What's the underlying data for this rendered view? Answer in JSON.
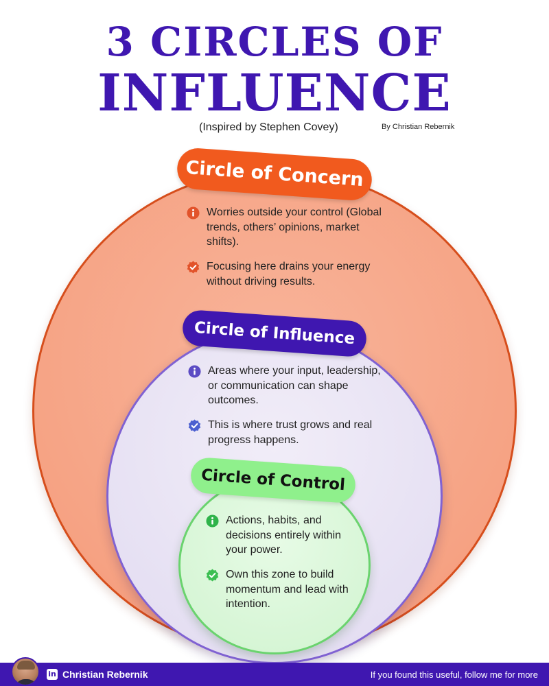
{
  "header": {
    "title_line1": "3 CIRCLES OF",
    "title_line2": "INFLUENCE",
    "subtitle": "(Inspired by Stephen Covey)",
    "author": "By Christian Rebernik"
  },
  "colors": {
    "brand": "#3f17b0",
    "concern": "#f15a1e",
    "influence": "#3f17b0",
    "control": "#8ff08c"
  },
  "circles": {
    "concern": {
      "label": "Circle of Concern",
      "items": [
        {
          "icon": "info-icon",
          "text": "Worries outside your control (Global trends, others’ opinions, market shifts)."
        },
        {
          "icon": "badge-check-icon",
          "text": "Focusing here drains your energy without driving results."
        }
      ]
    },
    "influence": {
      "label": "Circle of Influence",
      "items": [
        {
          "icon": "info-icon",
          "text": "Areas where your input, leadership, or communication can shape outcomes."
        },
        {
          "icon": "badge-check-icon",
          "text": "This is where trust grows and real progress happens."
        }
      ]
    },
    "control": {
      "label": "Circle of Control",
      "items": [
        {
          "icon": "info-icon",
          "text": "Actions, habits, and decisions entirely within your power."
        },
        {
          "icon": "badge-check-icon",
          "text": "Own this zone to build momentum and lead with intention."
        }
      ]
    }
  },
  "footer": {
    "social_icon": "linkedin-icon",
    "name": "Christian Rebernik",
    "cta": "If you found this useful, follow me for more"
  }
}
